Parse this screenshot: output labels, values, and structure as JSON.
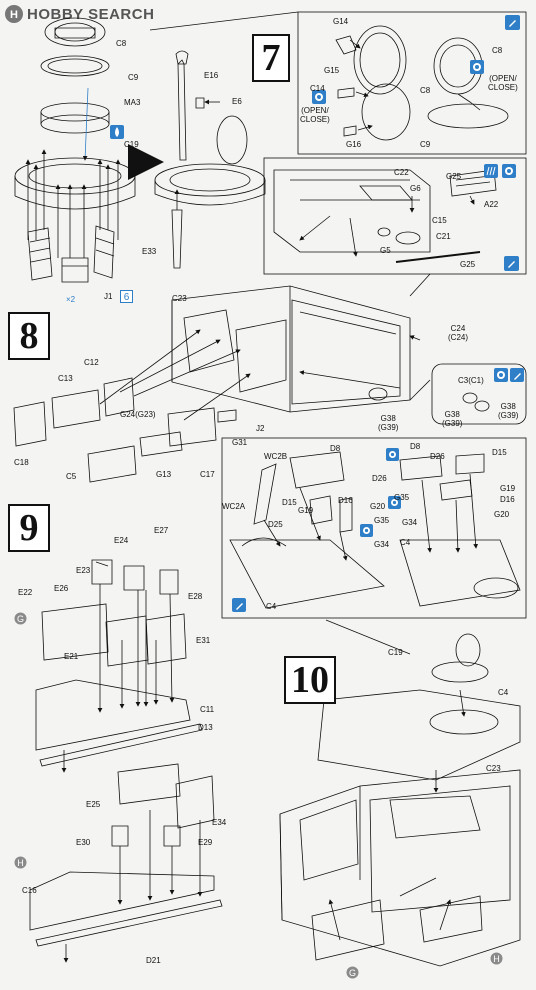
{
  "brand": {
    "logo_text": "HOBBY SEARCH",
    "logo_glyph": "H"
  },
  "steps": [
    {
      "number": "7"
    },
    {
      "number": "8"
    },
    {
      "number": "9"
    },
    {
      "number": "10"
    }
  ],
  "parts": {
    "C8_a": "C8",
    "C9_a": "C9",
    "MA3": "MA3",
    "C19_a": "C19",
    "J1": "J1",
    "J1_qty": "6",
    "count_note": "×2",
    "E16": "E16",
    "E6": "E6",
    "E33": "E33",
    "G14": "G14",
    "G15": "G15",
    "C8_b": "C8",
    "C8_c": "C8",
    "C14": "C14",
    "open_close_a": "(OPEN/\nCLOSE)",
    "open_close_b": "(OPEN/\nCLOSE)",
    "G16": "G16",
    "C9_b": "C9",
    "C22": "C22",
    "G6": "G6",
    "C15": "C15",
    "C21": "C21",
    "G5": "G5",
    "G25_a": "G25",
    "A22": "A22",
    "G25_b": "G25",
    "C23_a": "C23",
    "C24": "C24\n(C24)",
    "C12": "C12",
    "C13": "C13",
    "G24": "G24(G23)",
    "C3": "C3(C1)",
    "G38_a": "G38\n(G39)",
    "G38_b": "G38\n(G39)",
    "G38_c": "G38\n(G39)",
    "C18": "C18",
    "C5": "C5",
    "G13": "G13",
    "C17": "C17",
    "G31": "G31",
    "J2": "J2",
    "D8_a": "D8",
    "WC2B": "WC2B",
    "D26_a": "D26",
    "WC2A": "WC2A",
    "D15_a": "D15",
    "D16_a": "D16",
    "G19_a": "G19",
    "G20_a": "G20",
    "D25": "D25",
    "C4_a": "C4",
    "D8_b": "D8",
    "D26_b": "D26",
    "D15_b": "D15",
    "G35": "G35",
    "G19_b": "G19",
    "D16_b": "D16",
    "G35b": "G35",
    "G34_a": "G34",
    "G34_b": "G34",
    "G20_b": "G20",
    "C4_b": "C4",
    "E23": "E23",
    "E24": "E24",
    "E27": "E27",
    "E22": "E22",
    "E26": "E26",
    "E28": "E28",
    "E21": "E21",
    "E31": "E31",
    "C11": "C11",
    "D13": "D13",
    "E25": "E25",
    "E34": "E34",
    "E30": "E30",
    "E29": "E29",
    "C16": "C16",
    "D21": "D21",
    "C19_b": "C19",
    "C4_c": "C4",
    "C23_b": "C23"
  },
  "markers": {
    "G": "G",
    "H": "H"
  },
  "colors": {
    "ink": "#111111",
    "blue": "#2f7fc8",
    "paper": "#f4f4f2",
    "marker": "#8a8a8a"
  }
}
